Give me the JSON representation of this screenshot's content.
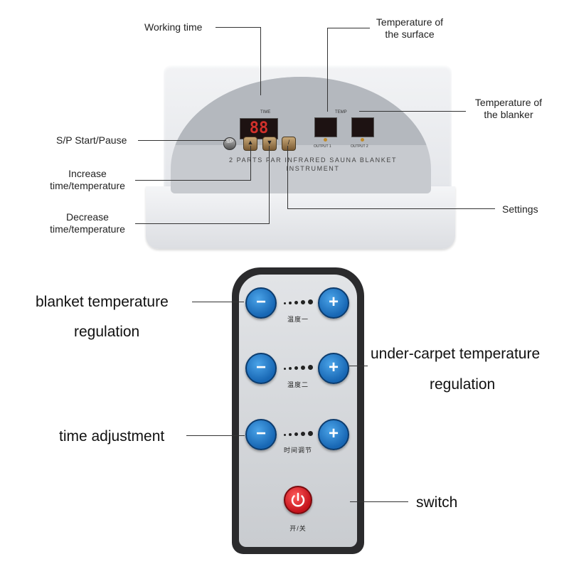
{
  "controller": {
    "labels": {
      "working_time": "Working time",
      "surface_temp_1": "Temperature of",
      "surface_temp_2": "the surface",
      "blanket_temp_1": "Temperature of",
      "blanket_temp_2": "the blanker",
      "start_pause": "S/P Start/Pause",
      "increase_1": "Increase",
      "increase_2": "time/temperature",
      "decrease_1": "Decrease",
      "decrease_2": "time/temperature",
      "settings": "Settings"
    },
    "panel": {
      "time_label": "TIME",
      "temp_label": "TEMP",
      "time_display": "88",
      "output1": "OUTPUT 1",
      "output2": "OUTPUT 2",
      "sp_button": "S/P",
      "instrument_line1": "2 PARTS FAR INFRARED SAUNA BLANKET",
      "instrument_line2": "INSTRUMENT"
    }
  },
  "remote": {
    "labels": {
      "blanket_1": "blanket temperature",
      "blanket_2": "regulation",
      "carpet_1": "under-carpet temperature",
      "carpet_2": "regulation",
      "time": "time adjustment",
      "switch": "switch"
    },
    "captions": {
      "row1": "温度一",
      "row2": "温度二",
      "row3": "时间调节",
      "power": "开/关"
    },
    "minus": "−",
    "plus": "+"
  }
}
